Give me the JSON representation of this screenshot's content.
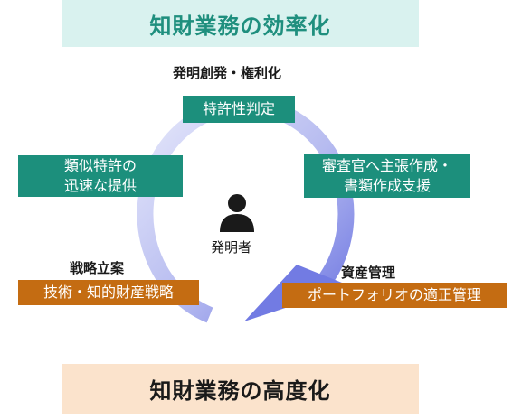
{
  "top_banner": "知財業務の効率化",
  "bottom_banner": "知財業務の高度化",
  "center": {
    "label": "発明者",
    "icon": "person-icon"
  },
  "sections": {
    "top": {
      "heading": "発明創発・権利化",
      "box": [
        "特許性判定"
      ],
      "color": "#1c8f7c"
    },
    "left": {
      "box": [
        "類似特許の",
        "迅速な提供"
      ],
      "color": "#1c8f7c"
    },
    "right": {
      "box": [
        "審査官へ主張作成・",
        "書類作成支援"
      ],
      "color": "#1c8f7c"
    },
    "bottom_left": {
      "heading": "戦略立案",
      "box": [
        "技術・知的財産戦略"
      ],
      "color": "#c46c12"
    },
    "bottom_right": {
      "heading": "資産管理",
      "box": [
        "ポートフォリオの適正管理"
      ],
      "color": "#c46c12"
    }
  },
  "colors": {
    "teal": "#1c8f7c",
    "brown": "#c46c12",
    "ring": "#7f86e6",
    "ring_light": "#e3e6fb"
  }
}
